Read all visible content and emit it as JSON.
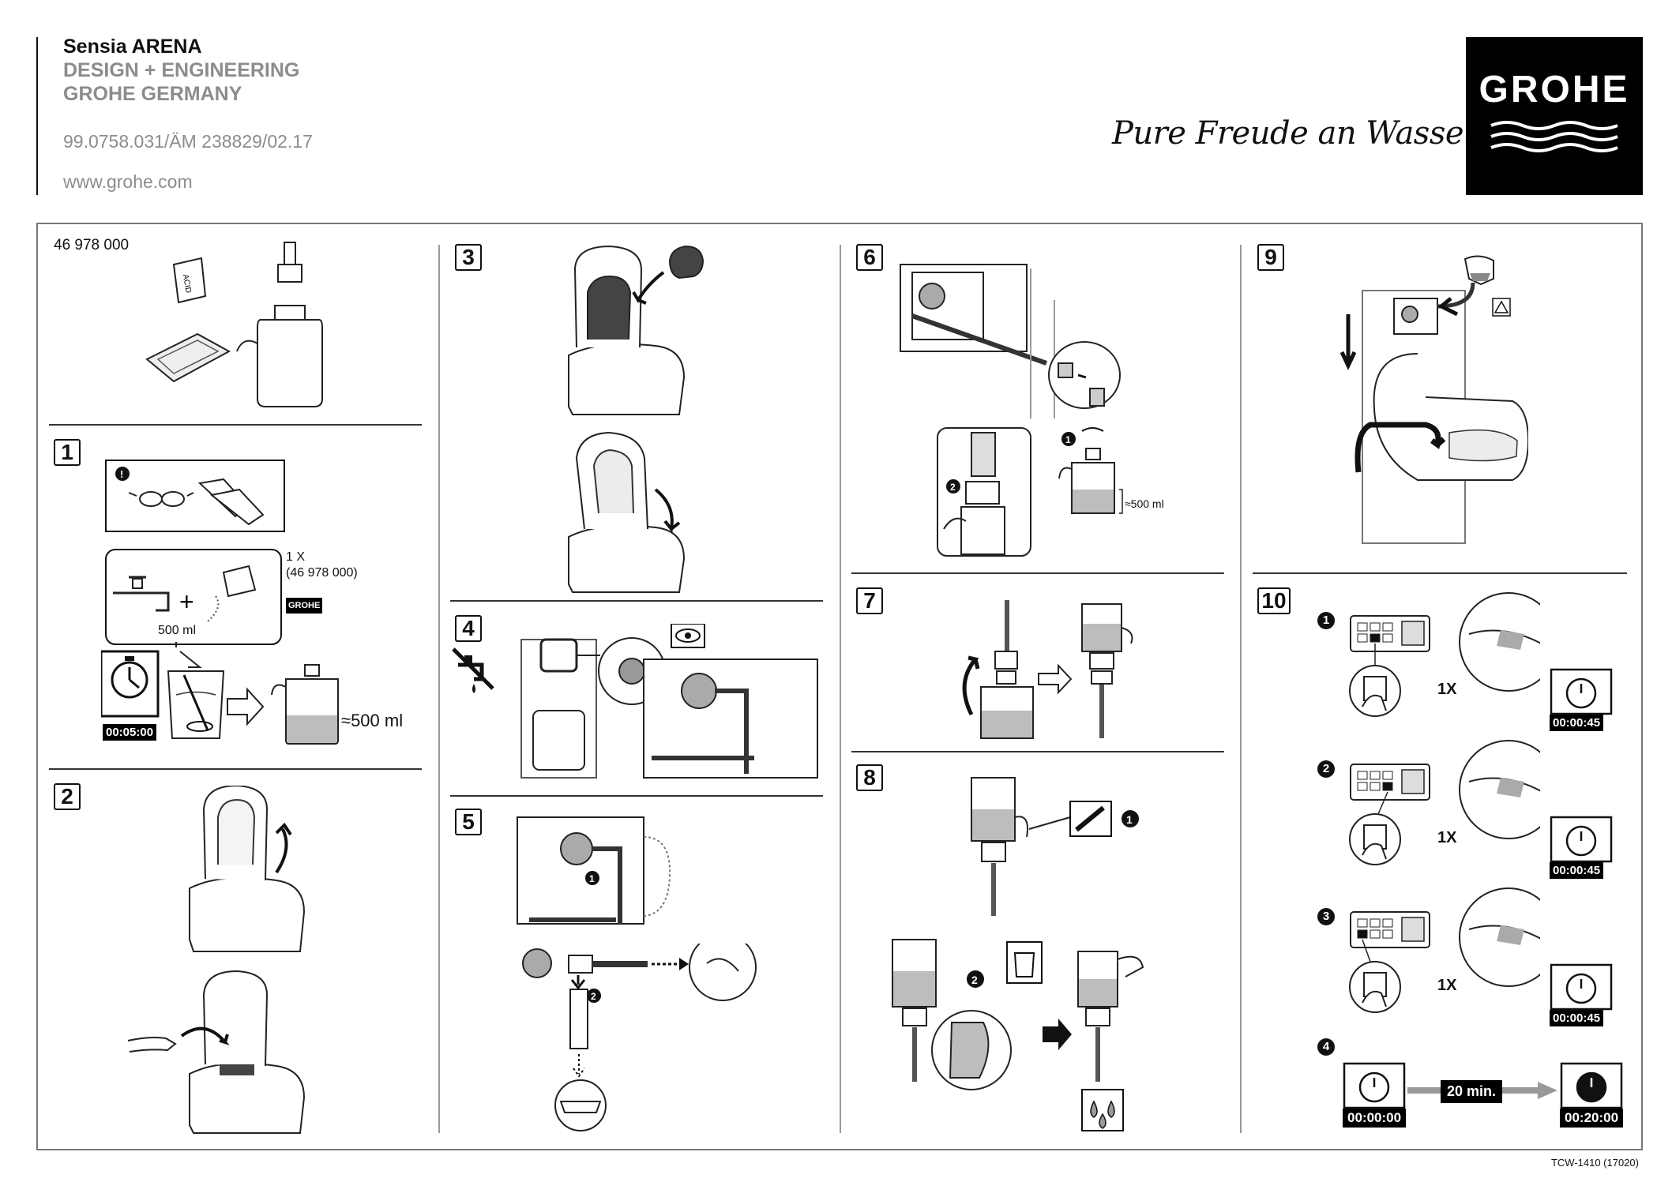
{
  "header": {
    "title": "Sensia ARENA",
    "subtitle_1": "DESIGN + ENGINEERING",
    "subtitle_2": "GROHE GERMANY",
    "doc_number": "99.0758.031/ÄM 238829/02.17",
    "url": "www.grohe.com",
    "tagline": "Pure Freude an Wasser",
    "logo_text": "GROHE"
  },
  "panel_intro": {
    "part_number": "46 978 000",
    "packet_text": "ACID"
  },
  "step1": {
    "number": "1",
    "qty": "1 X",
    "part_ref": "(46 978 000)",
    "brand_small": "GROHE",
    "water_volume": "500 ml",
    "timer": "00:05:00",
    "result_volume": "≈500 ml"
  },
  "step2": {
    "number": "2"
  },
  "step3": {
    "number": "3"
  },
  "step4": {
    "number": "4"
  },
  "step5": {
    "number": "5"
  },
  "step6": {
    "number": "6",
    "volume": "≈500 ml"
  },
  "step7": {
    "number": "7"
  },
  "step8": {
    "number": "8"
  },
  "step9": {
    "number": "9"
  },
  "step10": {
    "number": "10",
    "sub_steps": [
      {
        "marker": "1",
        "count": "1X",
        "timer": "00:00:45"
      },
      {
        "marker": "2",
        "count": "1X",
        "timer": "00:00:45"
      },
      {
        "marker": "3",
        "count": "1X",
        "timer": "00:00:45"
      }
    ],
    "final": {
      "marker": "4",
      "start": "00:00:00",
      "duration": "20 min.",
      "end": "00:20:00"
    }
  },
  "footer": {
    "code": "TCW-1410 (17020)"
  }
}
